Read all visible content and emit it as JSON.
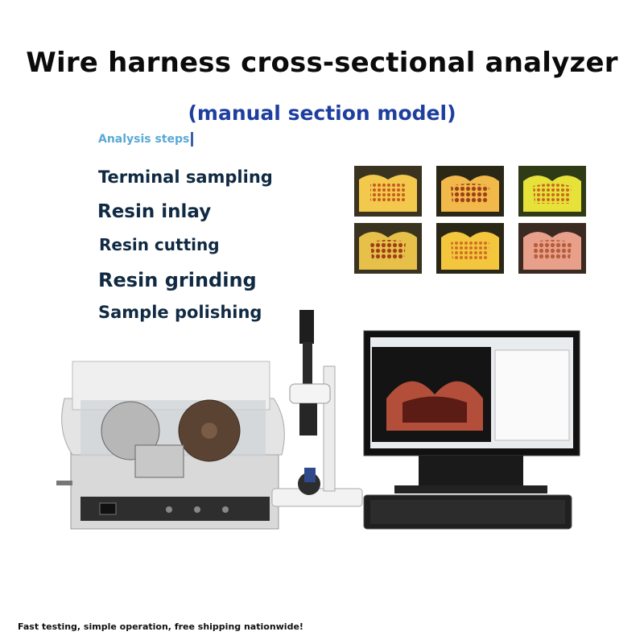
{
  "title": "Wire harness cross-sectional analyzer",
  "subtitle": "(manual section model)",
  "steps_label": "Analysis steps",
  "steps": [
    "Terminal sampling",
    "Resin inlay",
    "Resin cutting",
    "Resin grinding",
    "Sample polishing"
  ],
  "footer": "Fast testing, simple operation, free shipping nationwide!"
}
